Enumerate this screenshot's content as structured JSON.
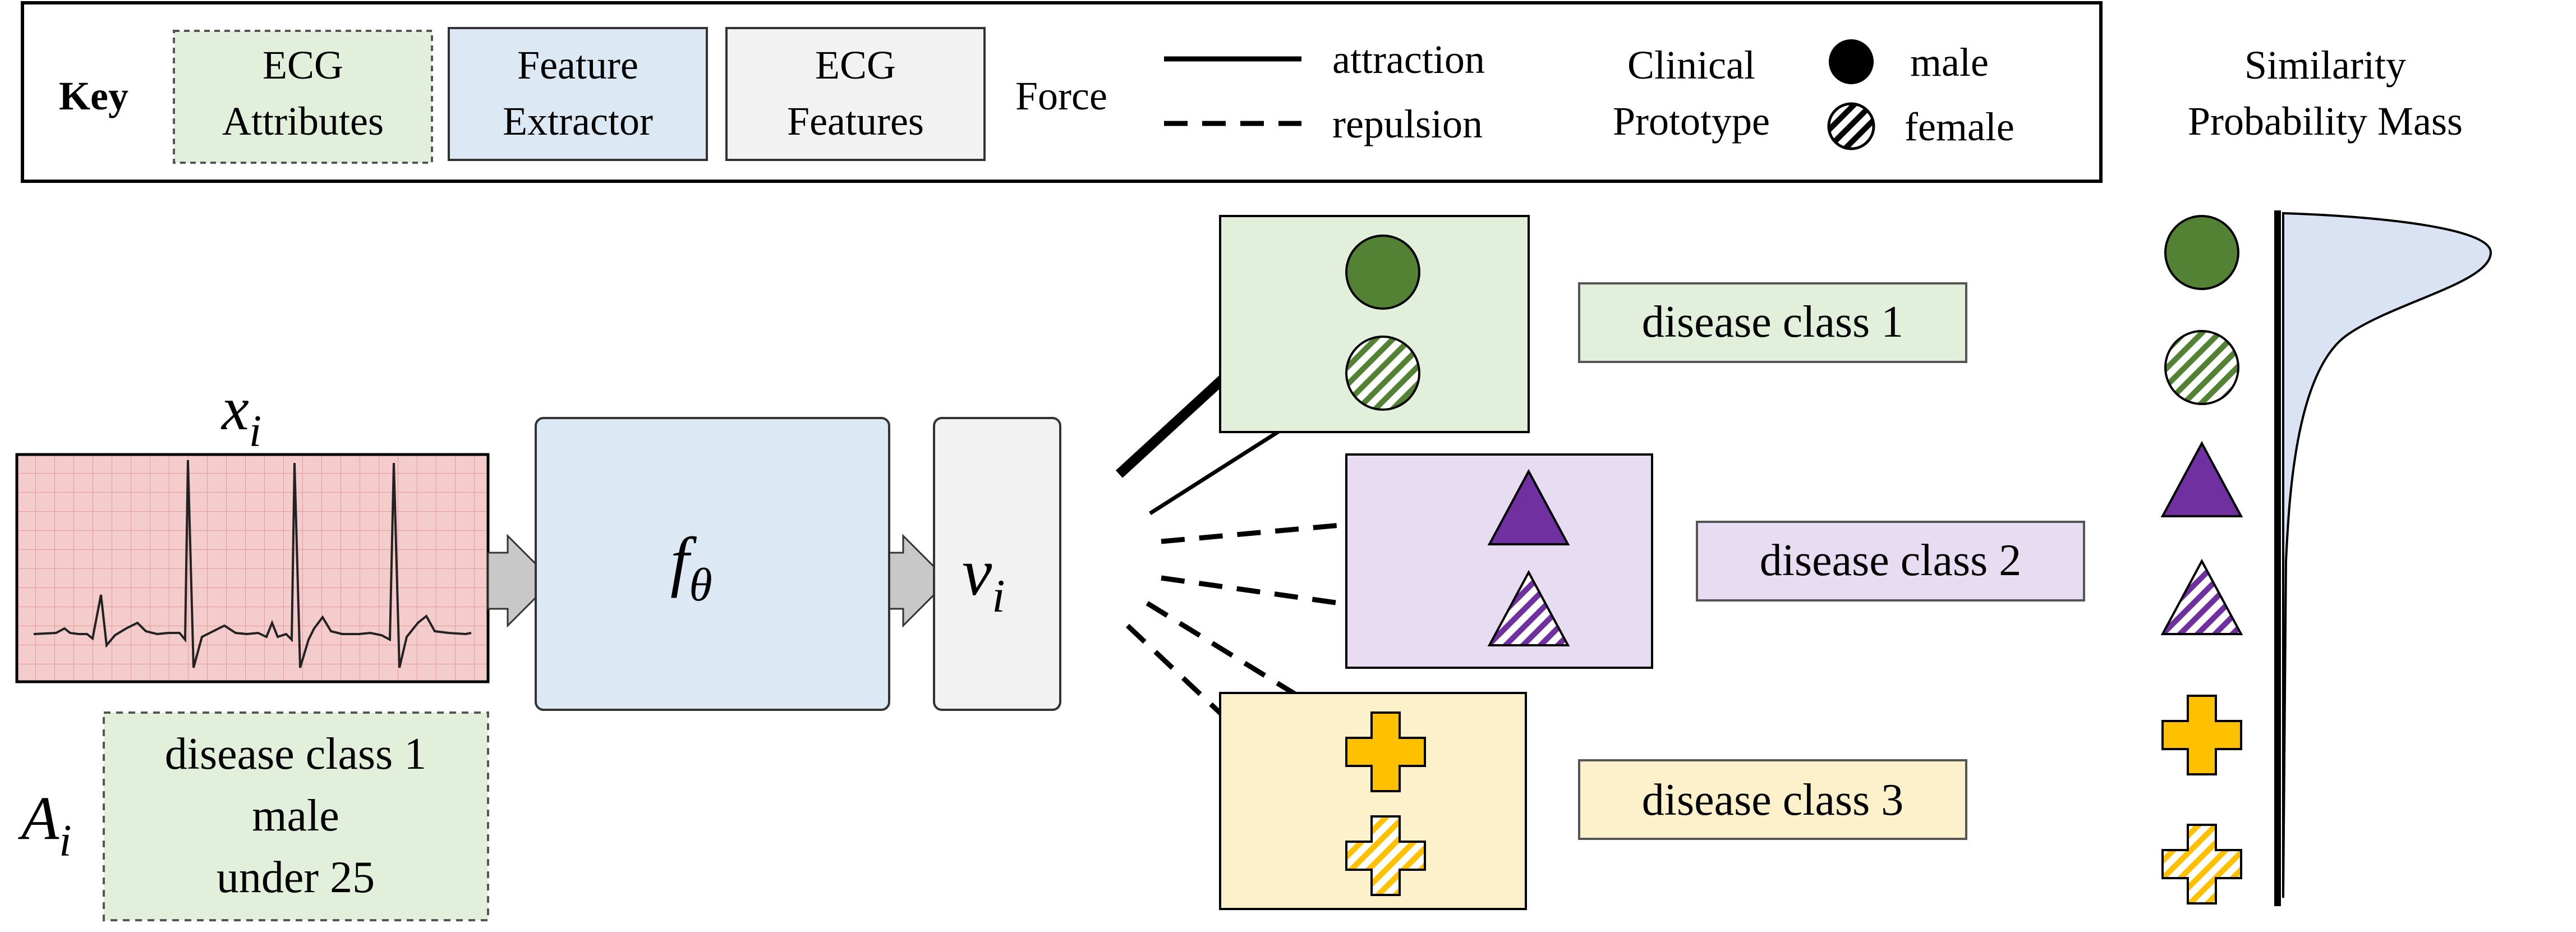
{
  "key": {
    "title": "Key",
    "ecg_attributes": [
      "ECG",
      "Attributes"
    ],
    "feature_extractor": [
      "Feature",
      "Extractor"
    ],
    "ecg_features": [
      "ECG",
      "Features"
    ],
    "force_label": "Force",
    "attraction_label": "attraction",
    "repulsion_label": "repulsion",
    "clinical_prototype": [
      "Clinical",
      "Prototype"
    ],
    "male_label": "male",
    "female_label": "female"
  },
  "similarity": {
    "title": [
      "Similarity",
      "Probability Mass"
    ]
  },
  "input": {
    "symbol": "x",
    "subscript": "i"
  },
  "attributes": {
    "symbol": "A",
    "subscript": "i",
    "lines": [
      "disease class 1",
      "male",
      "under 25"
    ]
  },
  "extractor": {
    "symbol": "f",
    "subscript": "θ"
  },
  "features": {
    "symbol": "v",
    "subscript": "i"
  },
  "classes": [
    {
      "label": "disease class 1",
      "shape": "circle",
      "color": "#548235",
      "fill": "#e2efda"
    },
    {
      "label": "disease class 2",
      "shape": "triangle",
      "color": "#7030a0",
      "fill": "#e8dcf2"
    },
    {
      "label": "disease class 3",
      "shape": "cross",
      "color": "#ffc000",
      "fill": "#fdf1cc"
    }
  ],
  "colors": {
    "ecg_attributes": "#e2efda",
    "feature_extractor": "#dce9f5",
    "ecg_features": "#f2f2f2",
    "ecg_paper": "#f4cccc",
    "ecg_grid": "#e39a9a",
    "similarity_curve": "#dae3f3"
  }
}
